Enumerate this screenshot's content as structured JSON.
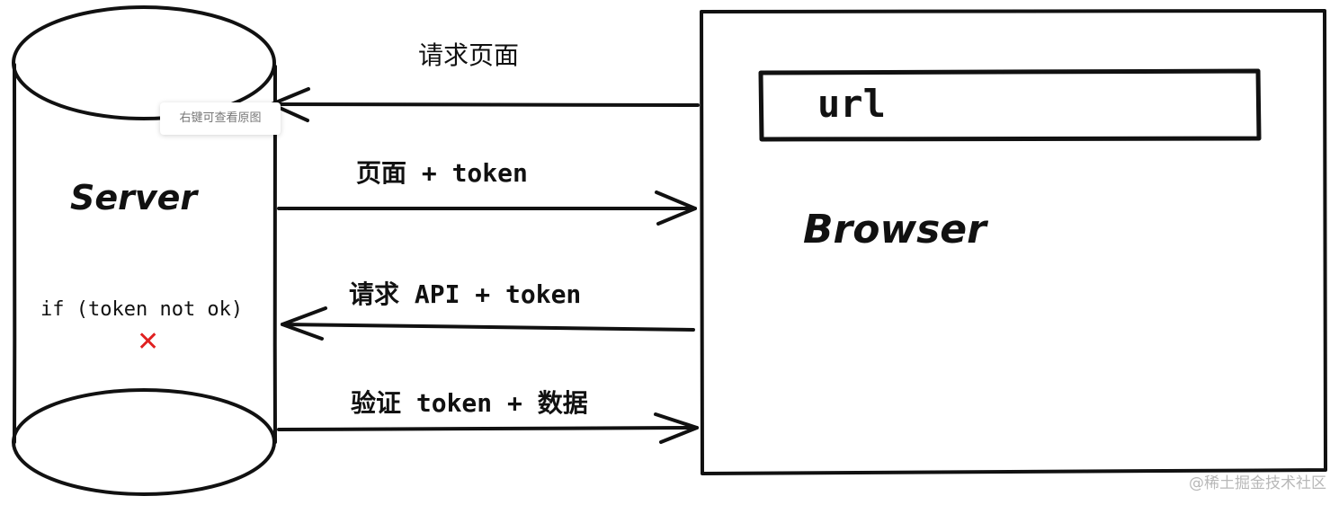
{
  "server": {
    "label": "Server",
    "condition": "if (token not ok)",
    "fail_mark": "✕",
    "fail_color": "#e02020"
  },
  "browser": {
    "label": "Browser",
    "url_text": "url"
  },
  "arrows": [
    {
      "label": "请求页面",
      "direction": "to-server"
    },
    {
      "label": "页面 + token",
      "direction": "to-browser"
    },
    {
      "label": "请求 API + token",
      "direction": "to-server"
    },
    {
      "label": "验证 token + 数据",
      "direction": "to-browser"
    }
  ],
  "tooltip": "右键可查看原图",
  "watermark": "@稀土掘金技术社区",
  "colors": {
    "ink": "#111111",
    "background": "#ffffff"
  }
}
